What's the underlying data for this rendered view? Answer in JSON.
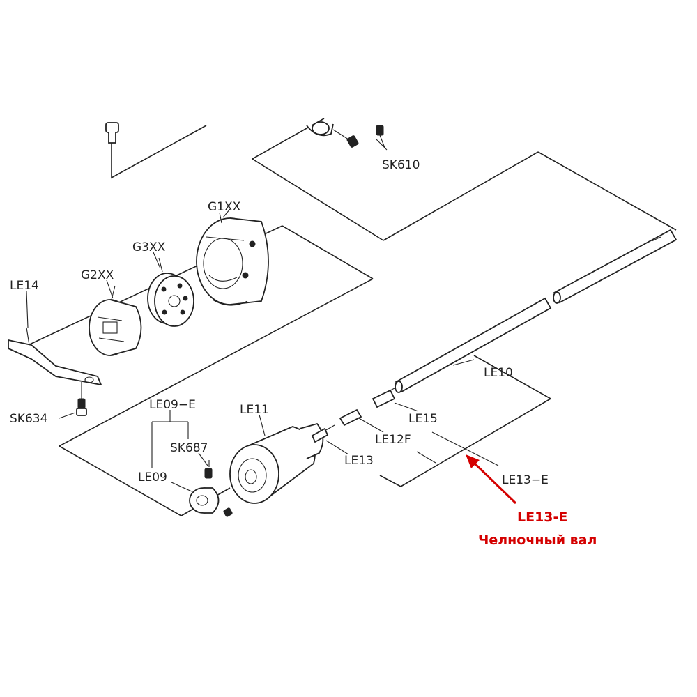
{
  "labels": {
    "sk610": "SK610",
    "g1xx": "G1XX",
    "g3xx": "G3XX",
    "g2xx": "G2XX",
    "le14": "LE14",
    "sk634": "SK634",
    "le09e": "LE09−E",
    "sk687": "SK687",
    "le09": "LE09",
    "le11": "LE11",
    "le10": "LE10",
    "le15": "LE15",
    "le12f": "LE12F",
    "le13": "LE13",
    "le13e": "LE13−E"
  },
  "callout": {
    "code": "LE13-E",
    "description": "Челночный вал",
    "color": "#d40000"
  }
}
